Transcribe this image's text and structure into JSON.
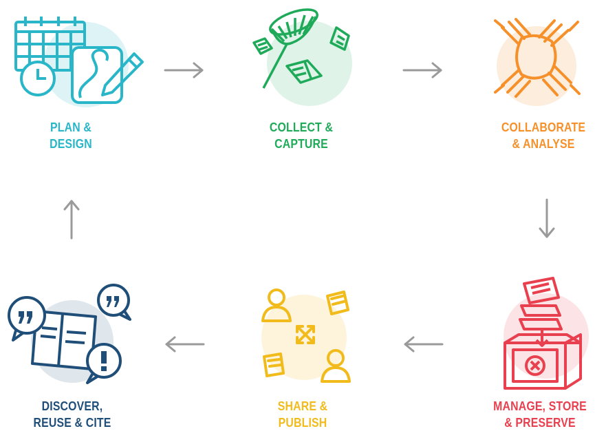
{
  "colors": {
    "plan": "#29b6c8",
    "collect": "#1faa5a",
    "collaborate": "#f5902a",
    "manage": "#e8404f",
    "share": "#f2bb1c",
    "discover": "#1f4e78",
    "arrow": "#9a9a9a"
  },
  "steps": [
    {
      "id": "plan",
      "line1": "PLAN &",
      "line2": "DESIGN",
      "icon": "calendar-pencil-icon"
    },
    {
      "id": "collect",
      "line1": "COLLECT &",
      "line2": "CAPTURE",
      "icon": "butterfly-net-icon"
    },
    {
      "id": "collaborate",
      "line1": "COLLABORATE",
      "line2": "& ANALYSE",
      "icon": "joined-hands-icon"
    },
    {
      "id": "manage",
      "line1": "MANAGE, STORE",
      "line2": "& PRESERVE",
      "icon": "safe-documents-icon"
    },
    {
      "id": "share",
      "line1": "SHARE &",
      "line2": "PUBLISH",
      "icon": "share-people-icon"
    },
    {
      "id": "discover",
      "line1": "DISCOVER,",
      "line2": "REUSE & CITE",
      "icon": "quote-bubbles-icon"
    }
  ]
}
